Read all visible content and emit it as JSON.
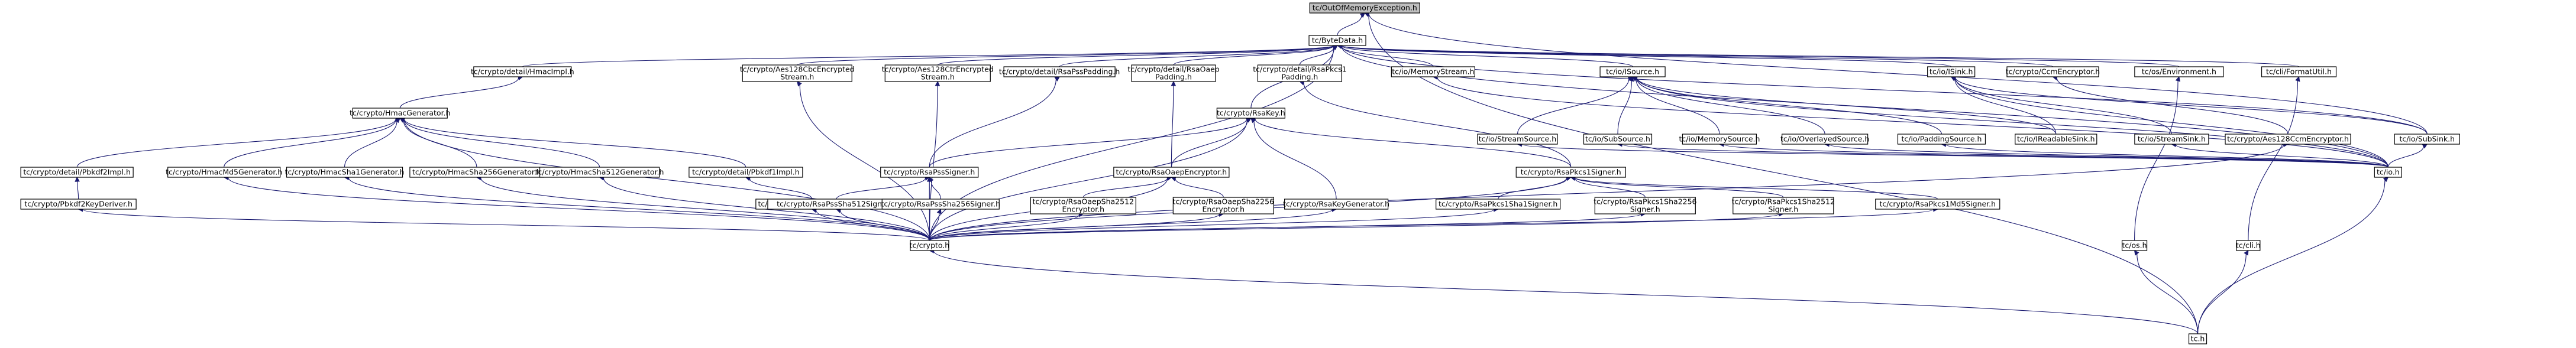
{
  "diagram": {
    "nodes": [
      {
        "id": "oom",
        "lines": [
          "tc/OutOfMemoryException.h"
        ],
        "fill": "#bfbfbf",
        "border": "#000000"
      },
      {
        "id": "bytedata",
        "lines": [
          "tc/ByteData.h"
        ],
        "fill": "#ffffff",
        "border": "#000000"
      },
      {
        "id": "hmacimpl",
        "lines": [
          "tc/crypto/detail/HmacImpl.h"
        ],
        "fill": "#ffffff",
        "border": "#000000"
      },
      {
        "id": "aescbc",
        "lines": [
          "tc/crypto/Aes128CbcEncrypted",
          "Stream.h"
        ],
        "fill": "#ffffff",
        "border": "#000000"
      },
      {
        "id": "aesctr",
        "lines": [
          "tc/crypto/Aes128CtrEncrypted",
          "Stream.h"
        ],
        "fill": "#ffffff",
        "border": "#000000"
      },
      {
        "id": "rsapsspad",
        "lines": [
          "tc/crypto/detail/RsaPssPadding.h"
        ],
        "fill": "#ffffff",
        "border": "#000000"
      },
      {
        "id": "rsaoaeppad",
        "lines": [
          "tc/crypto/detail/RsaOaep",
          "Padding.h"
        ],
        "fill": "#ffffff",
        "border": "#000000"
      },
      {
        "id": "rsapkcs1pad",
        "lines": [
          "tc/crypto/detail/RsaPkcs1",
          "Padding.h"
        ],
        "fill": "#ffffff",
        "border": "#000000"
      },
      {
        "id": "memstream",
        "lines": [
          "tc/io/MemoryStream.h"
        ],
        "fill": "#ffffff",
        "border": "#000000"
      },
      {
        "id": "isource",
        "lines": [
          "tc/io/ISource.h"
        ],
        "fill": "#ffffff",
        "border": "#000000"
      },
      {
        "id": "isink",
        "lines": [
          "tc/io/ISink.h"
        ],
        "fill": "#ffffff",
        "border": "#000000"
      },
      {
        "id": "ccmenc",
        "lines": [
          "tc/crypto/CcmEncryptor.h"
        ],
        "fill": "#ffffff",
        "border": "#000000"
      },
      {
        "id": "env",
        "lines": [
          "tc/os/Environment.h"
        ],
        "fill": "#ffffff",
        "border": "#000000"
      },
      {
        "id": "formatutil",
        "lines": [
          "tc/cli/FormatUtil.h"
        ],
        "fill": "#ffffff",
        "border": "#000000"
      },
      {
        "id": "hmacgen",
        "lines": [
          "tc/crypto/HmacGenerator.h"
        ],
        "fill": "#ffffff",
        "border": "#000000"
      },
      {
        "id": "rsakey",
        "lines": [
          "tc/crypto/RsaKey.h"
        ],
        "fill": "#ffffff",
        "border": "#000000"
      },
      {
        "id": "streamsource",
        "lines": [
          "tc/io/StreamSource.h"
        ],
        "fill": "#ffffff",
        "border": "#000000"
      },
      {
        "id": "subsource",
        "lines": [
          "tc/io/SubSource.h"
        ],
        "fill": "#ffffff",
        "border": "#000000"
      },
      {
        "id": "memsource",
        "lines": [
          "tc/io/MemorySource.h"
        ],
        "fill": "#ffffff",
        "border": "#000000"
      },
      {
        "id": "overlayedsource",
        "lines": [
          "tc/io/OverlayedSource.h"
        ],
        "fill": "#ffffff",
        "border": "#000000"
      },
      {
        "id": "paddingsource",
        "lines": [
          "tc/io/PaddingSource.h"
        ],
        "fill": "#ffffff",
        "border": "#000000"
      },
      {
        "id": "ireadablesink",
        "lines": [
          "tc/io/IReadableSink.h"
        ],
        "fill": "#ffffff",
        "border": "#000000"
      },
      {
        "id": "streamsink",
        "lines": [
          "tc/io/StreamSink.h"
        ],
        "fill": "#ffffff",
        "border": "#000000"
      },
      {
        "id": "aesccm",
        "lines": [
          "tc/crypto/Aes128CcmEncryptor.h"
        ],
        "fill": "#ffffff",
        "border": "#000000"
      },
      {
        "id": "subsink",
        "lines": [
          "tc/io/SubSink.h"
        ],
        "fill": "#ffffff",
        "border": "#000000"
      },
      {
        "id": "pbkdf2impl",
        "lines": [
          "tc/crypto/detail/Pbkdf2Impl.h"
        ],
        "fill": "#ffffff",
        "border": "#000000"
      },
      {
        "id": "hmacmd5",
        "lines": [
          "tc/crypto/HmacMd5Generator.h"
        ],
        "fill": "#ffffff",
        "border": "#000000"
      },
      {
        "id": "hmacsha1",
        "lines": [
          "tc/crypto/HmacSha1Generator.h"
        ],
        "fill": "#ffffff",
        "border": "#000000"
      },
      {
        "id": "hmacsha256",
        "lines": [
          "tc/crypto/HmacSha256Generator.h"
        ],
        "fill": "#ffffff",
        "border": "#000000"
      },
      {
        "id": "hmacsha512",
        "lines": [
          "tc/crypto/HmacSha512Generator.h"
        ],
        "fill": "#ffffff",
        "border": "#000000"
      },
      {
        "id": "pbkdf1impl",
        "lines": [
          "tc/crypto/detail/Pbkdf1Impl.h"
        ],
        "fill": "#ffffff",
        "border": "#000000"
      },
      {
        "id": "rsapsssigner",
        "lines": [
          "tc/crypto/RsaPssSigner.h"
        ],
        "fill": "#ffffff",
        "border": "#000000"
      },
      {
        "id": "rsaoaepenc",
        "lines": [
          "tc/crypto/RsaOaepEncryptor.h"
        ],
        "fill": "#ffffff",
        "border": "#000000"
      },
      {
        "id": "rsapkcs1signer",
        "lines": [
          "tc/crypto/RsaPkcs1Signer.h"
        ],
        "fill": "#ffffff",
        "border": "#000000"
      },
      {
        "id": "ioh",
        "lines": [
          "tc/io.h"
        ],
        "fill": "#ffffff",
        "border": "#000000"
      },
      {
        "id": "pbkdf2keyderiver",
        "lines": [
          "tc/crypto/Pbkdf2KeyDeriver.h"
        ],
        "fill": "#ffffff",
        "border": "#ff0000"
      },
      {
        "id": "pbkdf1keyderiver",
        "lines": [
          "tc/crypto/Pbkdf1KeyDeriver.h"
        ],
        "fill": "#ffffff",
        "border": "#ff0000"
      },
      {
        "id": "rsapsssha512",
        "lines": [
          "tc/crypto/RsaPssSha512Signer.h"
        ],
        "fill": "#ffffff",
        "border": "#000000"
      },
      {
        "id": "rsapsssha256",
        "lines": [
          "tc/crypto/RsaPssSha256Signer.h"
        ],
        "fill": "#ffffff",
        "border": "#000000"
      },
      {
        "id": "rsaoaepsha512",
        "lines": [
          "tc/crypto/RsaOaepSha2512",
          "Encryptor.h"
        ],
        "fill": "#ffffff",
        "border": "#000000"
      },
      {
        "id": "rsaoaepsha256",
        "lines": [
          "tc/crypto/RsaOaepSha2256",
          "Encryptor.h"
        ],
        "fill": "#ffffff",
        "border": "#000000"
      },
      {
        "id": "rsakeygen",
        "lines": [
          "tc/crypto/RsaKeyGenerator.h"
        ],
        "fill": "#ffffff",
        "border": "#000000"
      },
      {
        "id": "rsapkcs1sha1",
        "lines": [
          "tc/crypto/RsaPkcs1Sha1Signer.h"
        ],
        "fill": "#ffffff",
        "border": "#000000"
      },
      {
        "id": "rsapkcs1sha256",
        "lines": [
          "tc/crypto/RsaPkcs1Sha2256",
          "Signer.h"
        ],
        "fill": "#ffffff",
        "border": "#000000"
      },
      {
        "id": "rsapkcs1sha512",
        "lines": [
          "tc/crypto/RsaPkcs1Sha2512",
          "Signer.h"
        ],
        "fill": "#ffffff",
        "border": "#000000"
      },
      {
        "id": "rsapkcs1md5",
        "lines": [
          "tc/crypto/RsaPkcs1Md5Signer.h"
        ],
        "fill": "#ffffff",
        "border": "#000000"
      },
      {
        "id": "cryptoh",
        "lines": [
          "tc/crypto.h"
        ],
        "fill": "#ffffff",
        "border": "#000000"
      },
      {
        "id": "osh",
        "lines": [
          "tc/os.h"
        ],
        "fill": "#ffffff",
        "border": "#000000"
      },
      {
        "id": "clih",
        "lines": [
          "tc/cli.h"
        ],
        "fill": "#ffffff",
        "border": "#000000"
      },
      {
        "id": "tch",
        "lines": [
          "tc.h"
        ],
        "fill": "#ffffff",
        "border": "#000000"
      }
    ],
    "edges": [
      [
        "bytedata",
        "oom"
      ],
      [
        "tch",
        "oom"
      ],
      [
        "subsink",
        "oom"
      ],
      [
        "hmacimpl",
        "bytedata"
      ],
      [
        "aescbc",
        "bytedata"
      ],
      [
        "aesctr",
        "bytedata"
      ],
      [
        "rsapsspad",
        "bytedata"
      ],
      [
        "rsaoaeppad",
        "bytedata"
      ],
      [
        "rsapkcs1pad",
        "bytedata"
      ],
      [
        "memstream",
        "bytedata"
      ],
      [
        "isource",
        "bytedata"
      ],
      [
        "isink",
        "bytedata"
      ],
      [
        "ccmenc",
        "bytedata"
      ],
      [
        "env",
        "bytedata"
      ],
      [
        "formatutil",
        "bytedata"
      ],
      [
        "rsakey",
        "bytedata"
      ],
      [
        "subsink",
        "bytedata"
      ],
      [
        "ioh",
        "bytedata"
      ],
      [
        "cryptoh",
        "bytedata"
      ],
      [
        "hmacgen",
        "hmacimpl"
      ],
      [
        "pbkdf2impl",
        "hmacgen"
      ],
      [
        "hmacmd5",
        "hmacgen"
      ],
      [
        "hmacsha1",
        "hmacgen"
      ],
      [
        "hmacsha256",
        "hmacgen"
      ],
      [
        "hmacsha512",
        "hmacgen"
      ],
      [
        "pbkdf1impl",
        "hmacgen"
      ],
      [
        "cryptoh",
        "hmacgen"
      ],
      [
        "cryptoh",
        "aescbc"
      ],
      [
        "cryptoh",
        "aesctr"
      ],
      [
        "rsapsssigner",
        "rsapsspad"
      ],
      [
        "rsaoaepenc",
        "rsaoaeppad"
      ],
      [
        "rsapkcs1signer",
        "rsapkcs1pad"
      ],
      [
        "ioh",
        "memstream"
      ],
      [
        "streamsource",
        "isource"
      ],
      [
        "subsource",
        "isource"
      ],
      [
        "memsource",
        "isource"
      ],
      [
        "overlayedsource",
        "isource"
      ],
      [
        "paddingsource",
        "isource"
      ],
      [
        "ireadablesink",
        "isource"
      ],
      [
        "ioh",
        "isource"
      ],
      [
        "ireadablesink",
        "isink"
      ],
      [
        "streamsink",
        "isink"
      ],
      [
        "subsink",
        "isink"
      ],
      [
        "ioh",
        "isink"
      ],
      [
        "aesccm",
        "ccmenc"
      ],
      [
        "osh",
        "env"
      ],
      [
        "clih",
        "formatutil"
      ],
      [
        "rsapsssigner",
        "rsakey"
      ],
      [
        "rsaoaepenc",
        "rsakey"
      ],
      [
        "rsapkcs1signer",
        "rsakey"
      ],
      [
        "rsakeygen",
        "rsakey"
      ],
      [
        "cryptoh",
        "rsakey"
      ],
      [
        "ioh",
        "streamsource"
      ],
      [
        "ioh",
        "subsource"
      ],
      [
        "ioh",
        "memsource"
      ],
      [
        "ioh",
        "overlayedsource"
      ],
      [
        "ioh",
        "paddingsource"
      ],
      [
        "ioh",
        "streamsink"
      ],
      [
        "ioh",
        "subsink"
      ],
      [
        "cryptoh",
        "aesccm"
      ],
      [
        "pbkdf2keyderiver",
        "pbkdf2impl"
      ],
      [
        "pbkdf1keyderiver",
        "pbkdf1impl"
      ],
      [
        "cryptoh",
        "hmacmd5"
      ],
      [
        "cryptoh",
        "hmacsha1"
      ],
      [
        "cryptoh",
        "hmacsha256"
      ],
      [
        "cryptoh",
        "hmacsha512"
      ],
      [
        "rsapsssha512",
        "rsapsssigner"
      ],
      [
        "rsapsssha256",
        "rsapsssigner"
      ],
      [
        "cryptoh",
        "rsapsssigner"
      ],
      [
        "rsaoaepsha512",
        "rsaoaepenc"
      ],
      [
        "rsaoaepsha256",
        "rsaoaepenc"
      ],
      [
        "cryptoh",
        "rsaoaepenc"
      ],
      [
        "rsapkcs1sha1",
        "rsapkcs1signer"
      ],
      [
        "rsapkcs1sha256",
        "rsapkcs1signer"
      ],
      [
        "rsapkcs1sha512",
        "rsapkcs1signer"
      ],
      [
        "rsapkcs1md5",
        "rsapkcs1signer"
      ],
      [
        "cryptoh",
        "rsapkcs1signer"
      ],
      [
        "tch",
        "ioh"
      ],
      [
        "cryptoh",
        "pbkdf2keyderiver"
      ],
      [
        "cryptoh",
        "pbkdf1keyderiver"
      ],
      [
        "cryptoh",
        "rsapsssha512"
      ],
      [
        "cryptoh",
        "rsapsssha256"
      ],
      [
        "cryptoh",
        "rsaoaepsha512"
      ],
      [
        "cryptoh",
        "rsaoaepsha256"
      ],
      [
        "cryptoh",
        "rsakeygen"
      ],
      [
        "cryptoh",
        "rsapkcs1sha1"
      ],
      [
        "cryptoh",
        "rsapkcs1sha256"
      ],
      [
        "cryptoh",
        "rsapkcs1sha512"
      ],
      [
        "cryptoh",
        "rsapkcs1md5"
      ],
      [
        "tch",
        "cryptoh"
      ],
      [
        "tch",
        "osh"
      ],
      [
        "tch",
        "clih"
      ]
    ]
  }
}
